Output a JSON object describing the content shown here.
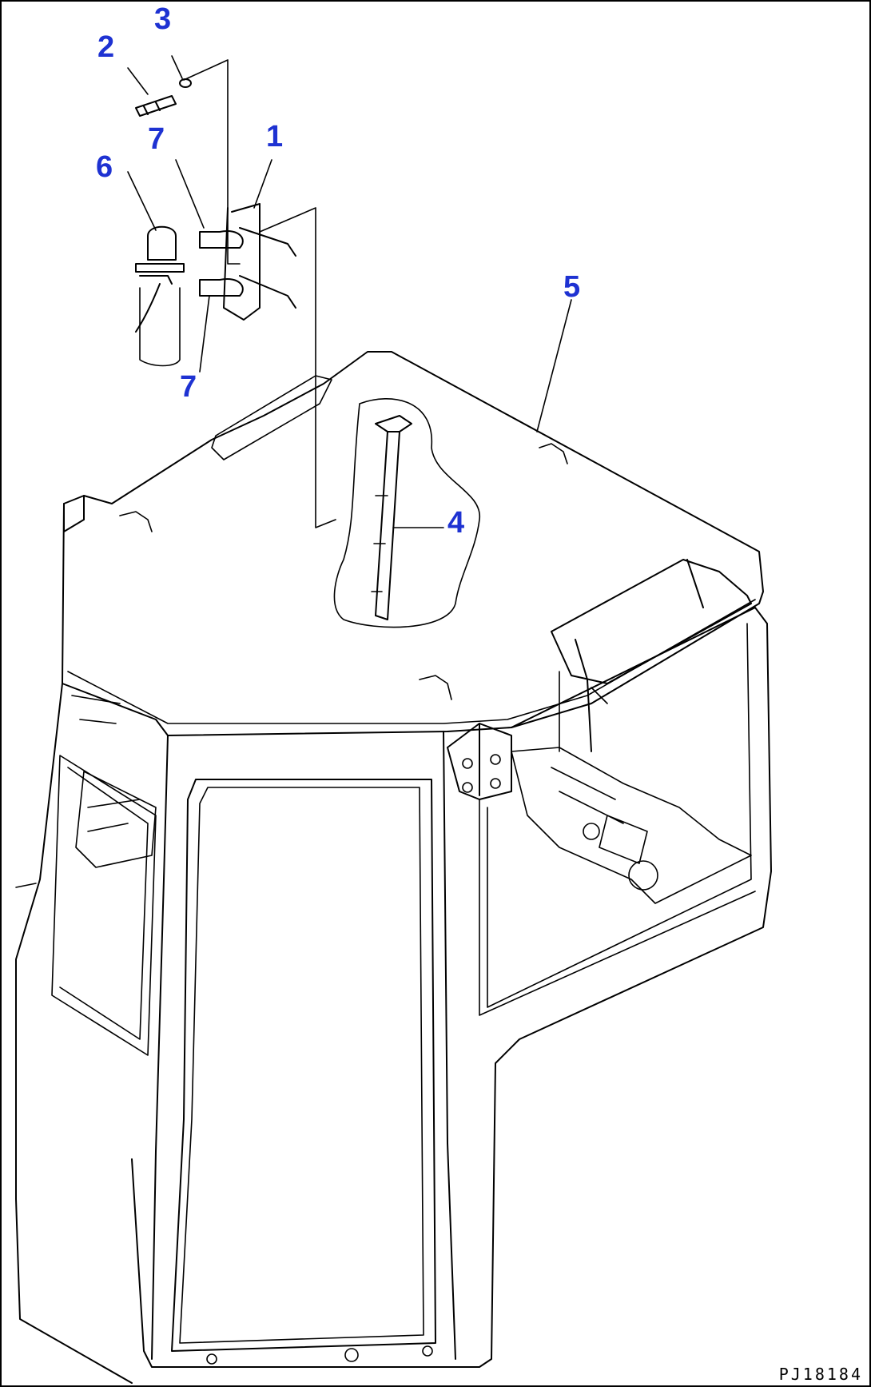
{
  "diagram": {
    "callouts": [
      {
        "id": "c3",
        "text": "3"
      },
      {
        "id": "c2",
        "text": "2"
      },
      {
        "id": "c7a",
        "text": "7"
      },
      {
        "id": "c1",
        "text": "1"
      },
      {
        "id": "c6",
        "text": "6"
      },
      {
        "id": "c7b",
        "text": "7"
      },
      {
        "id": "c5",
        "text": "5"
      },
      {
        "id": "c4",
        "text": "4"
      }
    ],
    "drawing_code": "PJ18184",
    "callout_color": "#1e32d2",
    "line_color": "#000000"
  }
}
